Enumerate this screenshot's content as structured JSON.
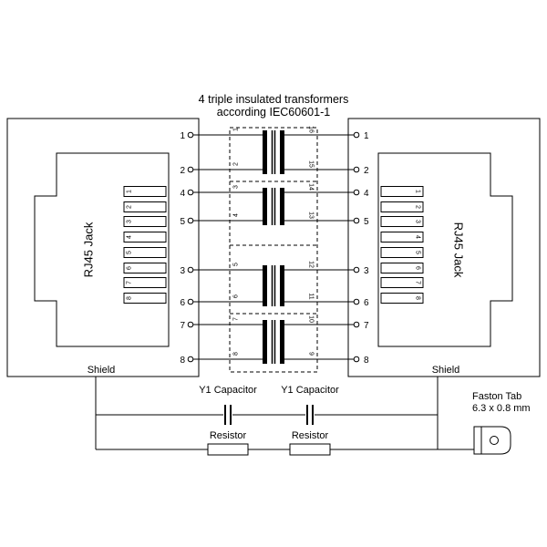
{
  "title": {
    "line1": "4 triple insulated transformers",
    "line2": "according IEC60601-1"
  },
  "left_jack": {
    "label": "RJ45 Jack",
    "shield_label": "Shield",
    "pins": [
      "1",
      "2",
      "3",
      "4",
      "5",
      "6",
      "7",
      "8"
    ]
  },
  "right_jack": {
    "label": "RJ45 Jack",
    "shield_label": "Shield",
    "pins": [
      "1",
      "2",
      "3",
      "4",
      "5",
      "6",
      "7",
      "8"
    ]
  },
  "wires": {
    "left_labels": [
      "1",
      "2",
      "4",
      "5",
      "3",
      "6",
      "7",
      "8"
    ],
    "right_labels": [
      "1",
      "2",
      "4",
      "5",
      "3",
      "6",
      "7",
      "8"
    ]
  },
  "transformer_block": {
    "left_pins": [
      "1",
      "2",
      "3",
      "4",
      "5",
      "6",
      "7",
      "8"
    ],
    "right_pins": [
      "16",
      "15",
      "14",
      "13",
      "12",
      "11",
      "10",
      "9"
    ]
  },
  "shield_circuit": {
    "capacitor_left_label": "Y1 Capacitor",
    "capacitor_right_label": "Y1 Capacitor",
    "resistor_left_label": "Resistor",
    "resistor_right_label": "Resistor",
    "faston_label_line1": "Faston Tab",
    "faston_label_line2": "6.3 x 0.8 mm"
  },
  "colors": {
    "line": "#000000",
    "background": "#ffffff"
  }
}
